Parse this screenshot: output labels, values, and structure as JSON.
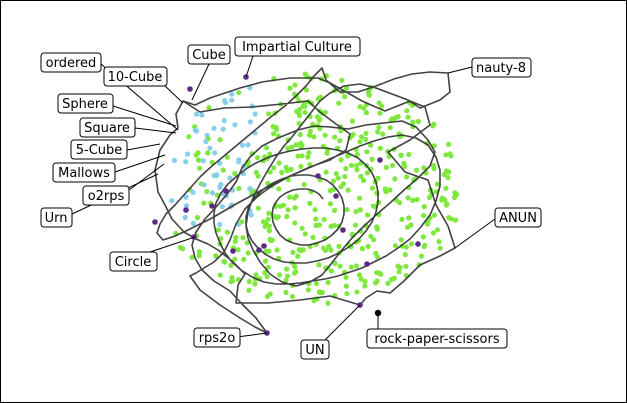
{
  "chart_data": {
    "type": "scatter",
    "title": "",
    "xlabel": "",
    "ylabel": "",
    "axes_visible": false,
    "grid": false,
    "legend": "none",
    "colors": {
      "main_points": "#7ee83f",
      "secondary_points": "#87ceeb",
      "path": "#333333",
      "marked_points": "#5b2a86",
      "special_point": "#000000"
    },
    "annotations": [
      {
        "text": "ordered",
        "target": [
          178,
          130
        ]
      },
      {
        "text": "Cube",
        "target": [
          192,
          100
        ]
      },
      {
        "text": "Impartial Culture",
        "target": [
          246,
          77
        ]
      },
      {
        "text": "nauty-8",
        "target": [
          448,
          73
        ]
      },
      {
        "text": "10-Cube",
        "target": [
          183,
          103
        ]
      },
      {
        "text": "Sphere",
        "target": [
          176,
          126
        ]
      },
      {
        "text": "Square",
        "target": [
          176,
          133
        ]
      },
      {
        "text": "5-Cube",
        "target": [
          160,
          144
        ]
      },
      {
        "text": "Mallows",
        "target": [
          165,
          155
        ]
      },
      {
        "text": "o2rps",
        "target": [
          164,
          164
        ]
      },
      {
        "text": "Urn",
        "target": [
          158,
          174
        ]
      },
      {
        "text": "ANUN",
        "target": [
          455,
          248
        ]
      },
      {
        "text": "Circle",
        "target": [
          195,
          237
        ]
      },
      {
        "text": "rps2o",
        "target": [
          267,
          333
        ]
      },
      {
        "text": "UN",
        "target": [
          360,
          305
        ]
      },
      {
        "text": "rock-paper-scissors",
        "target": [
          378,
          313
        ]
      }
    ],
    "path": [
      [
        183,
        101
      ],
      [
        195,
        105
      ],
      [
        210,
        98
      ],
      [
        240,
        88
      ],
      [
        262,
        82
      ],
      [
        290,
        78
      ],
      [
        318,
        78
      ],
      [
        330,
        83
      ],
      [
        348,
        93
      ],
      [
        362,
        101
      ],
      [
        385,
        111
      ],
      [
        410,
        101
      ],
      [
        425,
        107
      ],
      [
        430,
        125
      ],
      [
        410,
        140
      ],
      [
        388,
        152
      ],
      [
        405,
        172
      ],
      [
        428,
        180
      ],
      [
        436,
        205
      ],
      [
        448,
        226
      ],
      [
        455,
        248
      ],
      [
        440,
        256
      ],
      [
        420,
        265
      ],
      [
        404,
        281
      ],
      [
        390,
        293
      ],
      [
        377,
        291
      ],
      [
        366,
        298
      ],
      [
        360,
        305
      ],
      [
        350,
        302
      ],
      [
        330,
        296
      ],
      [
        300,
        300
      ],
      [
        268,
        303
      ],
      [
        236,
        303
      ],
      [
        238,
        285
      ],
      [
        245,
        274
      ],
      [
        232,
        261
      ],
      [
        218,
        250
      ],
      [
        208,
        244
      ],
      [
        196,
        239
      ],
      [
        184,
        232
      ],
      [
        172,
        219
      ],
      [
        165,
        205
      ],
      [
        158,
        192
      ],
      [
        155,
        170
      ],
      [
        160,
        150
      ],
      [
        170,
        135
      ],
      [
        178,
        128
      ],
      [
        176,
        114
      ],
      [
        183,
        101
      ],
      [
        183,
        101
      ],
      [
        200,
        112
      ],
      [
        224,
        108
      ],
      [
        252,
        107
      ],
      [
        282,
        104
      ],
      [
        308,
        101
      ],
      [
        320,
        112
      ],
      [
        336,
        124
      ],
      [
        350,
        134
      ],
      [
        346,
        150
      ],
      [
        330,
        160
      ],
      [
        310,
        167
      ],
      [
        290,
        176
      ],
      [
        272,
        186
      ],
      [
        258,
        196
      ],
      [
        245,
        209
      ],
      [
        236,
        224
      ],
      [
        230,
        240
      ],
      [
        224,
        252
      ],
      [
        214,
        262
      ],
      [
        204,
        268
      ],
      [
        196,
        273
      ],
      [
        190,
        276
      ],
      [
        200,
        290
      ],
      [
        220,
        305
      ],
      [
        240,
        318
      ],
      [
        255,
        327
      ],
      [
        267,
        333
      ],
      [
        256,
        318
      ],
      [
        242,
        304
      ],
      [
        230,
        291
      ],
      [
        214,
        281
      ],
      [
        202,
        270
      ],
      [
        195,
        258
      ],
      [
        192,
        245
      ],
      [
        196,
        232
      ],
      [
        205,
        219
      ],
      [
        217,
        206
      ],
      [
        228,
        193
      ],
      [
        236,
        182
      ],
      [
        242,
        168
      ],
      [
        250,
        157
      ],
      [
        262,
        146
      ],
      [
        278,
        138
      ],
      [
        298,
        130
      ],
      [
        314,
        126
      ],
      [
        330,
        127
      ],
      [
        348,
        129
      ],
      [
        366,
        125
      ],
      [
        384,
        123
      ],
      [
        402,
        121
      ],
      [
        416,
        127
      ],
      [
        428,
        140
      ],
      [
        435,
        152
      ],
      [
        430,
        166
      ],
      [
        418,
        178
      ],
      [
        404,
        190
      ],
      [
        390,
        203
      ],
      [
        376,
        215
      ],
      [
        364,
        226
      ],
      [
        352,
        238
      ],
      [
        341,
        251
      ],
      [
        331,
        264
      ],
      [
        322,
        275
      ],
      [
        310,
        282
      ],
      [
        296,
        286
      ],
      [
        282,
        282
      ],
      [
        270,
        274
      ],
      [
        260,
        262
      ],
      [
        253,
        250
      ],
      [
        248,
        238
      ],
      [
        246,
        226
      ],
      [
        248,
        212
      ],
      [
        253,
        198
      ],
      [
        260,
        184
      ],
      [
        268,
        170
      ],
      [
        276,
        157
      ],
      [
        284,
        146
      ],
      [
        292,
        137
      ],
      [
        299,
        128
      ],
      [
        306,
        119
      ],
      [
        313,
        110
      ],
      [
        320,
        101
      ],
      [
        330,
        93
      ],
      [
        344,
        86
      ],
      [
        360,
        84
      ],
      [
        376,
        88
      ],
      [
        392,
        94
      ],
      [
        408,
        100
      ],
      [
        420,
        108
      ],
      [
        440,
        100
      ],
      [
        450,
        92
      ],
      [
        448,
        73
      ],
      [
        430,
        72
      ],
      [
        412,
        74
      ],
      [
        394,
        79
      ],
      [
        376,
        86
      ],
      [
        358,
        92
      ],
      [
        340,
        92
      ],
      [
        326,
        80
      ],
      [
        322,
        68
      ],
      [
        314,
        76
      ],
      [
        306,
        86
      ],
      [
        296,
        96
      ],
      [
        285,
        106
      ],
      [
        272,
        116
      ],
      [
        260,
        126
      ],
      [
        248,
        136
      ],
      [
        236,
        146
      ],
      [
        224,
        156
      ],
      [
        212,
        166
      ],
      [
        201,
        176
      ],
      [
        192,
        186
      ],
      [
        183,
        196
      ],
      [
        175,
        205
      ],
      [
        166,
        214
      ],
      [
        160,
        224
      ],
      [
        157,
        233
      ],
      [
        163,
        240
      ],
      [
        175,
        236
      ],
      [
        188,
        230
      ],
      [
        200,
        224
      ],
      [
        212,
        218
      ],
      [
        224,
        211
      ],
      [
        236,
        204
      ],
      [
        249,
        197
      ],
      [
        262,
        190
      ],
      [
        276,
        183
      ],
      [
        290,
        176
      ],
      [
        304,
        170
      ],
      [
        318,
        164
      ],
      [
        332,
        158
      ],
      [
        346,
        152
      ],
      [
        360,
        146
      ],
      [
        374,
        141
      ],
      [
        388,
        137
      ],
      [
        402,
        135
      ],
      [
        416,
        138
      ],
      [
        428,
        145
      ],
      [
        436,
        157
      ],
      [
        440,
        170
      ],
      [
        440,
        186
      ],
      [
        436,
        201
      ],
      [
        430,
        215
      ],
      [
        420,
        228
      ],
      [
        410,
        239
      ],
      [
        398,
        248
      ],
      [
        386,
        256
      ],
      [
        374,
        262
      ],
      [
        362,
        268
      ],
      [
        350,
        272
      ],
      [
        338,
        276
      ],
      [
        325,
        279
      ],
      [
        312,
        281
      ],
      [
        300,
        283
      ],
      [
        288,
        284
      ],
      [
        276,
        284
      ],
      [
        264,
        282
      ],
      [
        252,
        277
      ],
      [
        241,
        270
      ],
      [
        232,
        262
      ],
      [
        225,
        253
      ],
      [
        220,
        243
      ],
      [
        216,
        233
      ],
      [
        214,
        223
      ],
      [
        214,
        213
      ],
      [
        216,
        203
      ],
      [
        221,
        193
      ],
      [
        228,
        184
      ],
      [
        237,
        176
      ],
      [
        246,
        169
      ],
      [
        256,
        163
      ],
      [
        267,
        158
      ],
      [
        278,
        154
      ],
      [
        290,
        151
      ],
      [
        302,
        149
      ],
      [
        314,
        148
      ],
      [
        326,
        148
      ],
      [
        337,
        150
      ],
      [
        348,
        153
      ],
      [
        358,
        158
      ],
      [
        366,
        165
      ],
      [
        372,
        173
      ],
      [
        376,
        182
      ],
      [
        378,
        192
      ],
      [
        378,
        202
      ],
      [
        376,
        212
      ],
      [
        372,
        222
      ],
      [
        366,
        231
      ],
      [
        358,
        240
      ],
      [
        349,
        247
      ],
      [
        339,
        253
      ],
      [
        328,
        258
      ],
      [
        317,
        261
      ],
      [
        306,
        263
      ],
      [
        295,
        263
      ],
      [
        284,
        262
      ],
      [
        274,
        259
      ],
      [
        265,
        254
      ],
      [
        258,
        248
      ],
      [
        252,
        241
      ],
      [
        248,
        233
      ],
      [
        246,
        225
      ],
      [
        246,
        217
      ],
      [
        248,
        209
      ],
      [
        252,
        201
      ],
      [
        258,
        194
      ],
      [
        265,
        188
      ],
      [
        273,
        183
      ],
      [
        282,
        179
      ],
      [
        291,
        176
      ],
      [
        300,
        175
      ],
      [
        309,
        175
      ],
      [
        318,
        177
      ],
      [
        326,
        180
      ],
      [
        333,
        185
      ],
      [
        338,
        191
      ],
      [
        342,
        198
      ],
      [
        344,
        206
      ],
      [
        344,
        214
      ],
      [
        342,
        222
      ],
      [
        338,
        229
      ],
      [
        332,
        235
      ],
      [
        325,
        240
      ],
      [
        317,
        243
      ],
      [
        309,
        245
      ],
      [
        301,
        245
      ],
      [
        293,
        243
      ],
      [
        286,
        240
      ],
      [
        280,
        235
      ],
      [
        276,
        229
      ],
      [
        273,
        222
      ],
      [
        272,
        215
      ],
      [
        273,
        208
      ],
      [
        276,
        202
      ],
      [
        280,
        197
      ],
      [
        286,
        193
      ],
      [
        293,
        190
      ],
      [
        300,
        189
      ],
      [
        307,
        189
      ],
      [
        314,
        191
      ],
      [
        319,
        194
      ],
      [
        323,
        199
      ]
    ],
    "marked_points": [
      [
        190,
        89
      ],
      [
        246,
        77
      ],
      [
        226,
        191
      ],
      [
        212,
        206
      ],
      [
        186,
        210
      ],
      [
        155,
        222
      ],
      [
        194,
        237
      ],
      [
        233,
        251
      ],
      [
        259,
        250
      ],
      [
        264,
        246
      ],
      [
        343,
        230
      ],
      [
        367,
        264
      ],
      [
        418,
        244
      ],
      [
        360,
        305
      ],
      [
        267,
        333
      ],
      [
        336,
        196
      ],
      [
        380,
        160
      ],
      [
        318,
        176
      ]
    ],
    "special_point": [
      378,
      313
    ]
  }
}
